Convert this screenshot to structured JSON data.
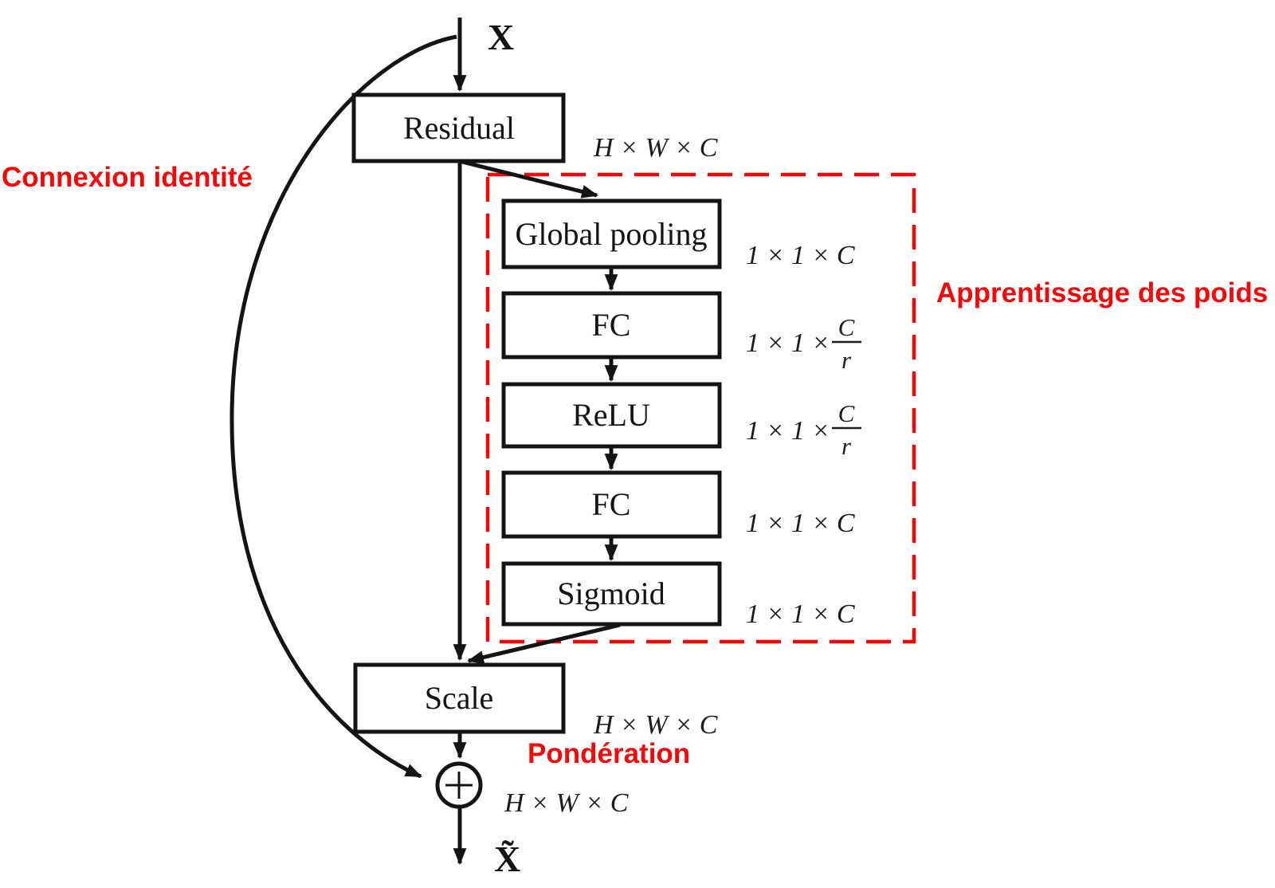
{
  "labels": {
    "input": "X",
    "output": "X̃"
  },
  "boxes": {
    "residual": "Residual",
    "global_pooling": "Global pooling",
    "fc1": "FC",
    "relu": "ReLU",
    "fc2": "FC",
    "sigmoid": "Sigmoid",
    "scale": "Scale"
  },
  "dims": {
    "residual_out": "H × W × C",
    "global_pooling_out": "1 × 1 × C",
    "fc1_out_prefix": "1 × 1 ×",
    "fc1_out_num": "C",
    "fc1_out_den": "r",
    "relu_out_prefix": "1 × 1 ×",
    "relu_out_num": "C",
    "relu_out_den": "r",
    "fc2_out": "1 × 1 × C",
    "sigmoid_out": "1 × 1 × C",
    "scale_out": "H × W × C",
    "sum_out": "H × W × C"
  },
  "annotations": {
    "identity_connection": "Connexion identité",
    "weight_learning": "Apprentissage des poids",
    "weighting": "Pondération"
  },
  "icons": {
    "sum": "plus-in-circle"
  },
  "colors": {
    "annotation_red": "#f70808",
    "line_black": "#141414"
  }
}
